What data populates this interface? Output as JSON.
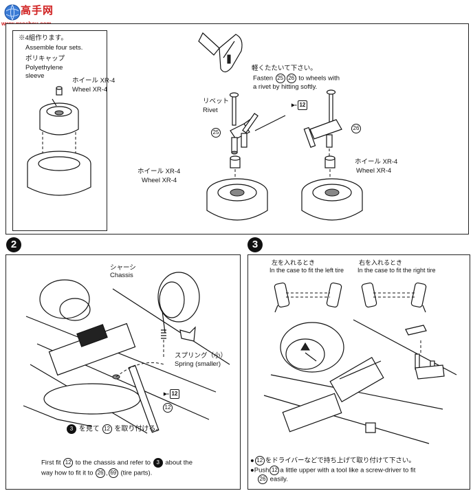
{
  "watermark": {
    "title": "高手网",
    "url": "www.gaoshou.com"
  },
  "top": {
    "note_jp": "※4組作ります。",
    "note_en": "Assemble four sets.",
    "cap_jp": "ポリキャップ",
    "cap_en1": "Polyethylene",
    "cap_en2": "sleeve",
    "wheel_left_jp": "ホイール XR-4",
    "wheel_left_en": "Wheel XR-4",
    "tap_jp": "軽くたたいて下さい。",
    "tap_en1": "Fasten",
    "tap_n1": "25",
    "tap_n2": "26",
    "tap_en2": "to wheels with",
    "tap_en3": "a rivet by hitting softly.",
    "rivet_jp": "リベット",
    "rivet_en": "Rivet",
    "part12": "12",
    "part25": "25",
    "part26": "26",
    "wheel_mid_jp": "ホイール XR-4",
    "wheel_mid_en": "Wheel XR-4",
    "wheel_right_jp": "ホイール XR-4",
    "wheel_right_en": "Wheel XR-4"
  },
  "step2": {
    "number": "2",
    "chassis_jp": "シャーシ",
    "chassis_en": "Chassis",
    "spring_jp": "スプリング（小）",
    "spring_en": "Spring (smaller)",
    "part12": "12",
    "part12b": "12",
    "inst_jp_a": "を見て",
    "inst_jp_b": "を取り付ける。",
    "inst_n3": "3",
    "inst_n12": "12",
    "inst_en1a": "First fit",
    "inst_en1n": "12",
    "inst_en1b": "to the chassis and refer to",
    "inst_en1n3": "3",
    "inst_en1c": "about the",
    "inst_en2a": "way how to fit it to",
    "inst_en2n1": "26",
    "inst_en2n2": "69",
    "inst_en2b": "(tire parts)."
  },
  "step3": {
    "number": "3",
    "left_jp": "左を入れるとき",
    "left_en": "In the case to fit the left tire",
    "right_jp": "右を入れるとき",
    "right_en": "In the case to fit the right tire",
    "note1_n": "12",
    "note1_jp": "をドライバーなどで持ち上げて取り付けて下さい。",
    "note2a": "Push",
    "note2n": "12",
    "note2b": "a little upper with a tool like a screw-driver to fit",
    "note2n2": "26",
    "note2c": "easily."
  }
}
